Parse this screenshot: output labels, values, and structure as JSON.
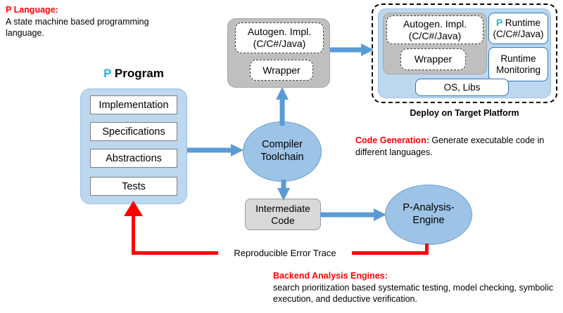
{
  "diagram": {
    "title": "P Language Workflow Diagram",
    "colors": {
      "accent_blue": "#5B9BD5",
      "light_blue_fill": "#BDD7EE",
      "ellipse_fill": "#9DC3E6",
      "grey_fill": "#BFBFBF",
      "grey_rect_fill": "#D9D9D9",
      "red": "#FF0000",
      "p_cyan": "#25B0E8"
    }
  },
  "notes": {
    "p_language": {
      "header": "P Language:",
      "body": "A state machine based programming language."
    },
    "code_generation": {
      "header": "Code Generation:",
      "body": " Generate executable code in different languages."
    },
    "backend_analysis": {
      "header": "Backend Analysis Engines:",
      "body": "search prioritization based systematic testing, model checking, symbolic execution, and deductive verification."
    }
  },
  "p_program": {
    "title_letter": "P",
    "title_rest": " Program",
    "items": [
      {
        "label": "Implementation"
      },
      {
        "label": "Specifications"
      },
      {
        "label": "Abstractions"
      },
      {
        "label": "Tests"
      }
    ]
  },
  "autogen_left": {
    "impl_line1": "Autogen. Impl.",
    "impl_line2": "(C/C#/Java)",
    "wrapper": "Wrapper"
  },
  "deploy": {
    "caption": "Deploy on Target Platform",
    "impl_line1": "Autogen. Impl.",
    "impl_line2": "(C/C#/Java)",
    "wrapper": "Wrapper",
    "runtime_letter": "P",
    "runtime_line1_rest": " Runtime",
    "runtime_line2": "(C/C#/Java)",
    "monitoring_line1": "Runtime",
    "monitoring_line2": "Monitoring",
    "os_libs": "OS, Libs"
  },
  "compiler": {
    "line1": "Compiler",
    "line2": "Toolchain"
  },
  "intermediate": {
    "line1": "Intermediate",
    "line2": "Code"
  },
  "analysis_engine": {
    "line1": "P-Analysis-",
    "line2": "Engine"
  },
  "error_trace": {
    "label": "Reproducible  Error  Trace"
  }
}
